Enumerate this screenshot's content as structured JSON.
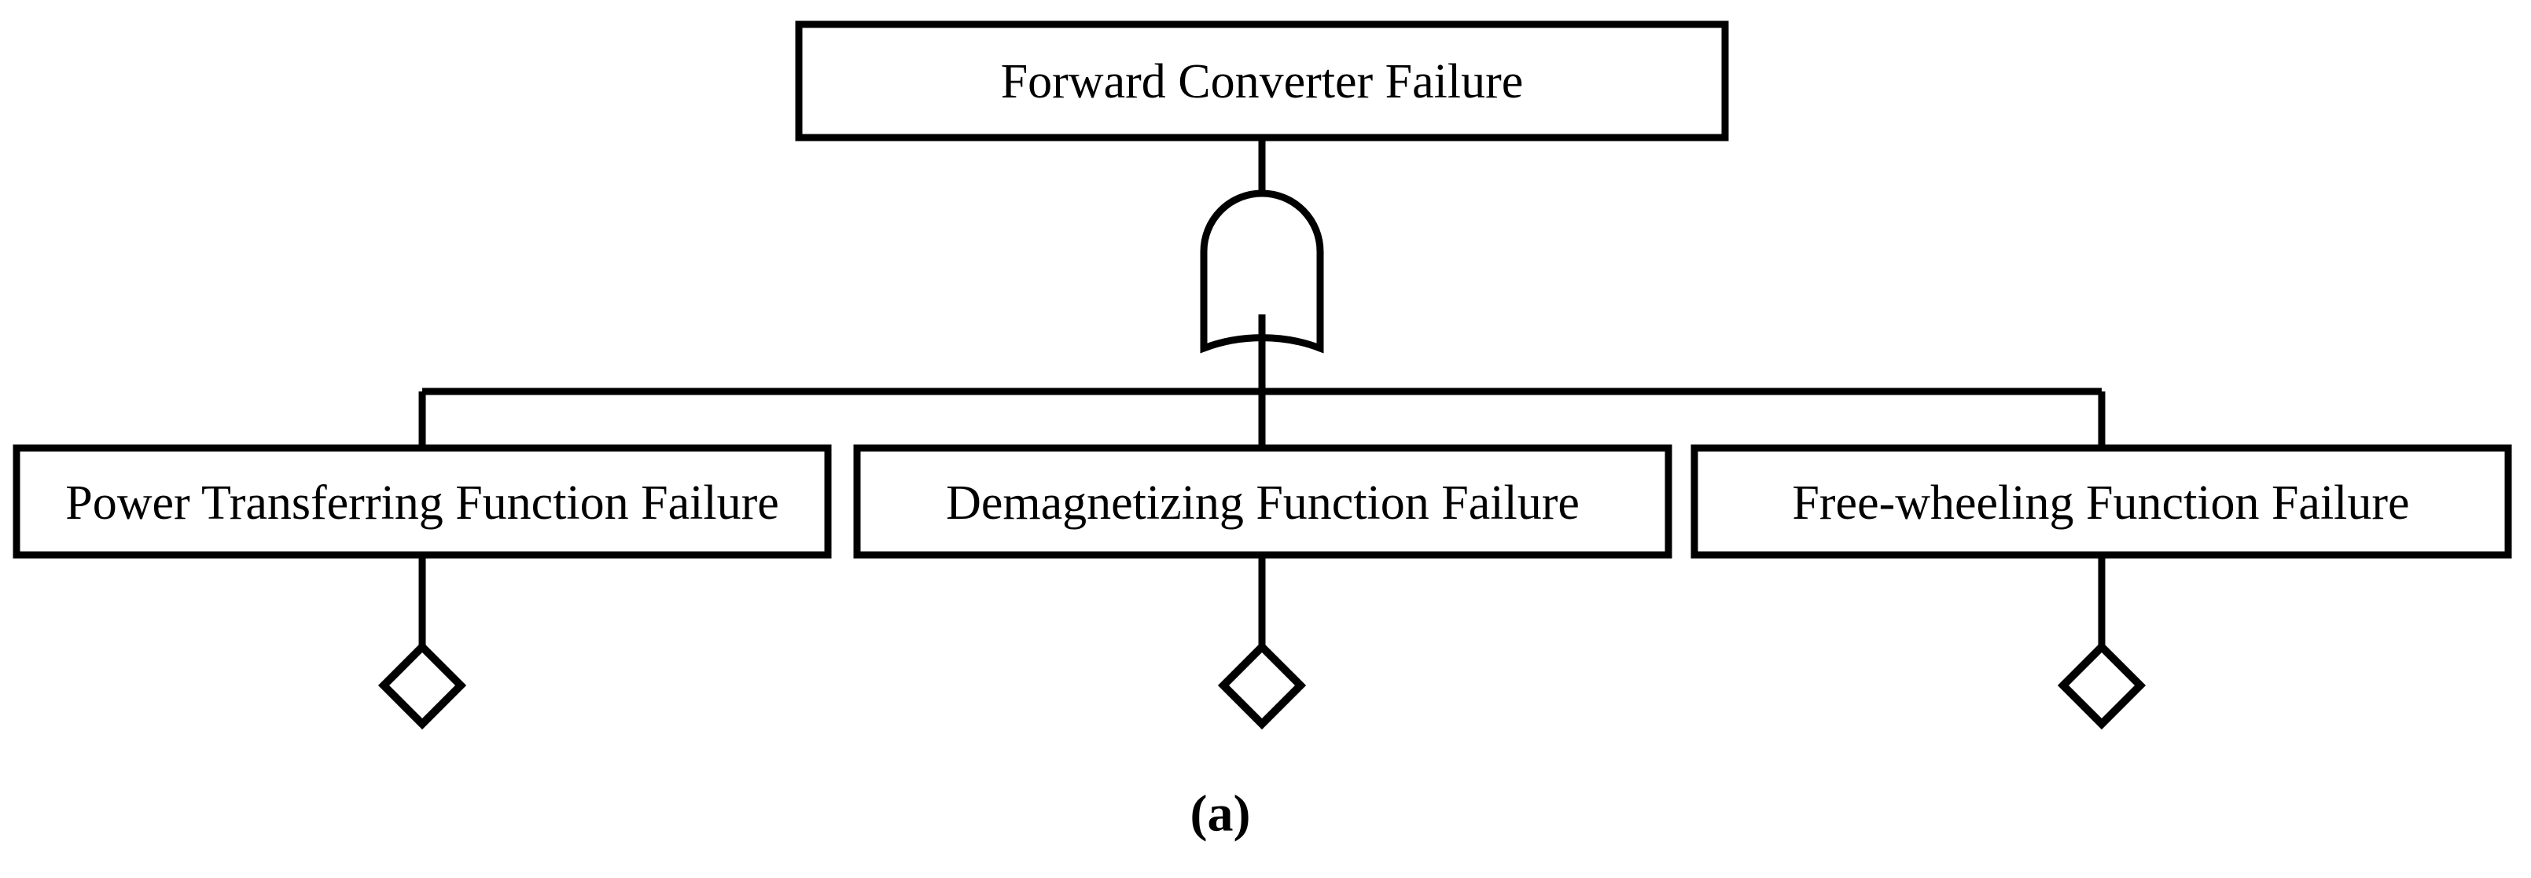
{
  "figure": {
    "caption": "(a)",
    "background_color": "#ffffff",
    "line_color": "#000000"
  },
  "tree": {
    "top_event": {
      "label": "Forward Converter Failure",
      "shape": "rectangle"
    },
    "gate": {
      "type": "OR",
      "icon_name": "or-gate-icon"
    },
    "children": [
      {
        "label": "Power Transferring Function Failure",
        "shape": "rectangle",
        "sub_event": {
          "shape": "diamond",
          "type": "undeveloped-event",
          "label": ""
        }
      },
      {
        "label": "Demagnetizing Function Failure",
        "shape": "rectangle",
        "sub_event": {
          "shape": "diamond",
          "type": "undeveloped-event",
          "label": ""
        }
      },
      {
        "label": "Free-wheeling Function Failure",
        "shape": "rectangle",
        "sub_event": {
          "shape": "diamond",
          "type": "undeveloped-event",
          "label": ""
        }
      }
    ]
  }
}
